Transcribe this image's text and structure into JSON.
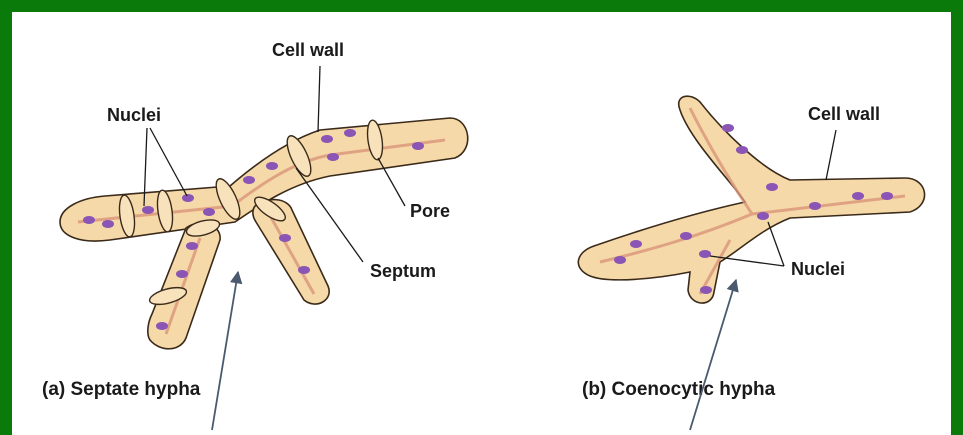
{
  "colors": {
    "border": "#0a7a0a",
    "background": "#ffffff",
    "hypha_fill": "#f6d9a8",
    "hypha_outline": "#3a2a1a",
    "inner_line": "#d9957a",
    "nucleus": "#8a55b4",
    "pointer_arrow": "#4a5a6e"
  },
  "panel_a": {
    "caption": "(a) Septate hypha",
    "labels": {
      "cell_wall": "Cell wall",
      "nuclei": "Nuclei",
      "pore": "Pore",
      "septum": "Septum"
    }
  },
  "panel_b": {
    "caption": "(b) Coenocytic hypha",
    "labels": {
      "cell_wall": "Cell wall",
      "nuclei": "Nuclei"
    }
  }
}
